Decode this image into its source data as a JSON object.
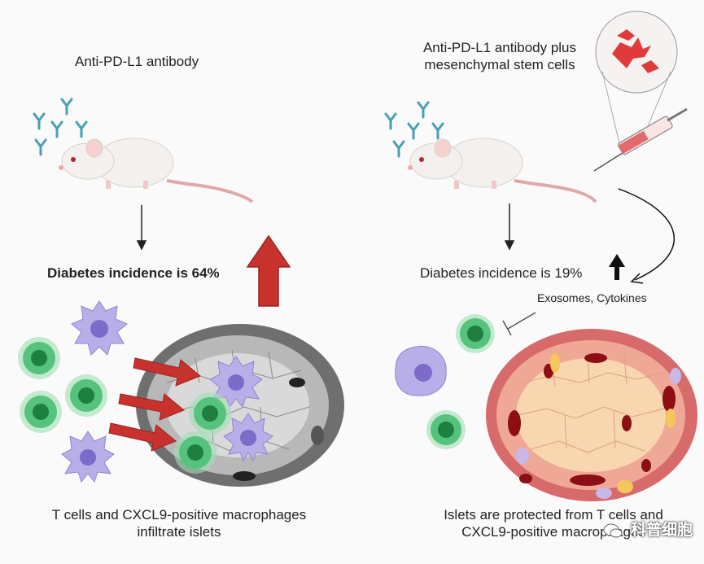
{
  "left_panel": {
    "title": "Anti-PD-L1 antibody",
    "incidence": "Diabetes incidence is 64%",
    "caption_line1": "T cells and CXCL9-positive macrophages",
    "caption_line2": "infiltrate islets"
  },
  "right_panel": {
    "title_line1": "Anti-PD-L1 antibody plus",
    "title_line2": "mesenchymal stem cells",
    "incidence": "Diabetes incidence is 19%",
    "mediators": "Exosomes, Cytokines",
    "caption_line1": "Islets are protected from T cells and",
    "caption_line2": "CXCL9-positive macrophages"
  },
  "watermark": "科普细胞",
  "colors": {
    "antibody": "#4a9fb5",
    "arrow_red": "#c7332c",
    "t_cell": "#3cb371",
    "macrophage": "#9b8fd8",
    "islet_inflamed": "#8a8a8a",
    "islet_protected": "#f5c9a0"
  }
}
